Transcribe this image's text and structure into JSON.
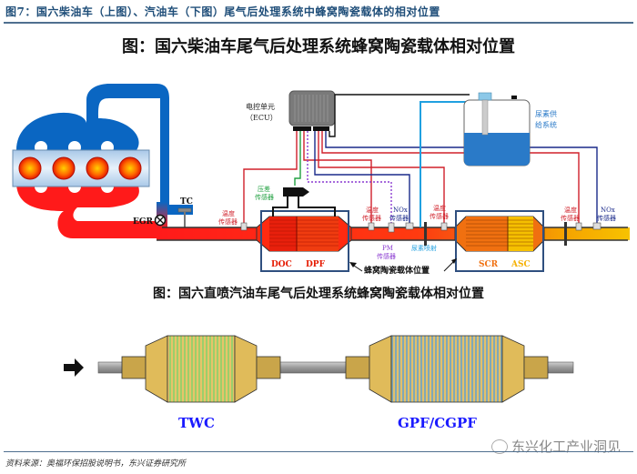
{
  "figure": {
    "caption": "图7：国六柴油车（上图）、汽油车（下图）尾气后处理系统中蜂窝陶瓷载体的相对位置",
    "source": "资料来源：奥福环保招股说明书，东兴证券研究所",
    "watermark": "东兴化工产业洞见"
  },
  "diesel": {
    "title": "图：国六柴油车尾气后处理系统蜂窝陶瓷载体相对位置",
    "ecu_label_line1": "电控单元",
    "ecu_label_line2": "（ECU）",
    "urea_supply_line1": "尿素供",
    "urea_supply_line2": "给系统",
    "egr_label": "EGR",
    "tc_label": "TC",
    "temp_sensor_line1": "温度",
    "temp_sensor_line2": "传感器",
    "pressure_sensor_line1": "压差",
    "pressure_sensor_line2": "传感器",
    "nox_sensor_line1": "NOx",
    "nox_sensor_line2": "传感器",
    "pm_sensor_line1": "PM",
    "pm_sensor_line2": "传感器",
    "urea_injection": "尿素喷射",
    "doc_label": "DOC",
    "dpf_label": "DPF",
    "scr_label": "SCR",
    "asc_label": "ASC",
    "carrier_position": "蜂窝陶瓷载体位置"
  },
  "gasoline": {
    "title": "图：国六直喷汽油车尾气后处理系统蜂窝陶瓷载体相对位置",
    "twc_label": "TWC",
    "gpf_label": "GPF/CGPF"
  },
  "colors": {
    "exhaust_red": "#ff1a1a",
    "intake_blue": "#0a66c2",
    "scr_orange": "#f07010",
    "asc_yellow": "#f5c000",
    "box_navy": "#2f4f7f",
    "label_blue": "#1a1aff"
  }
}
